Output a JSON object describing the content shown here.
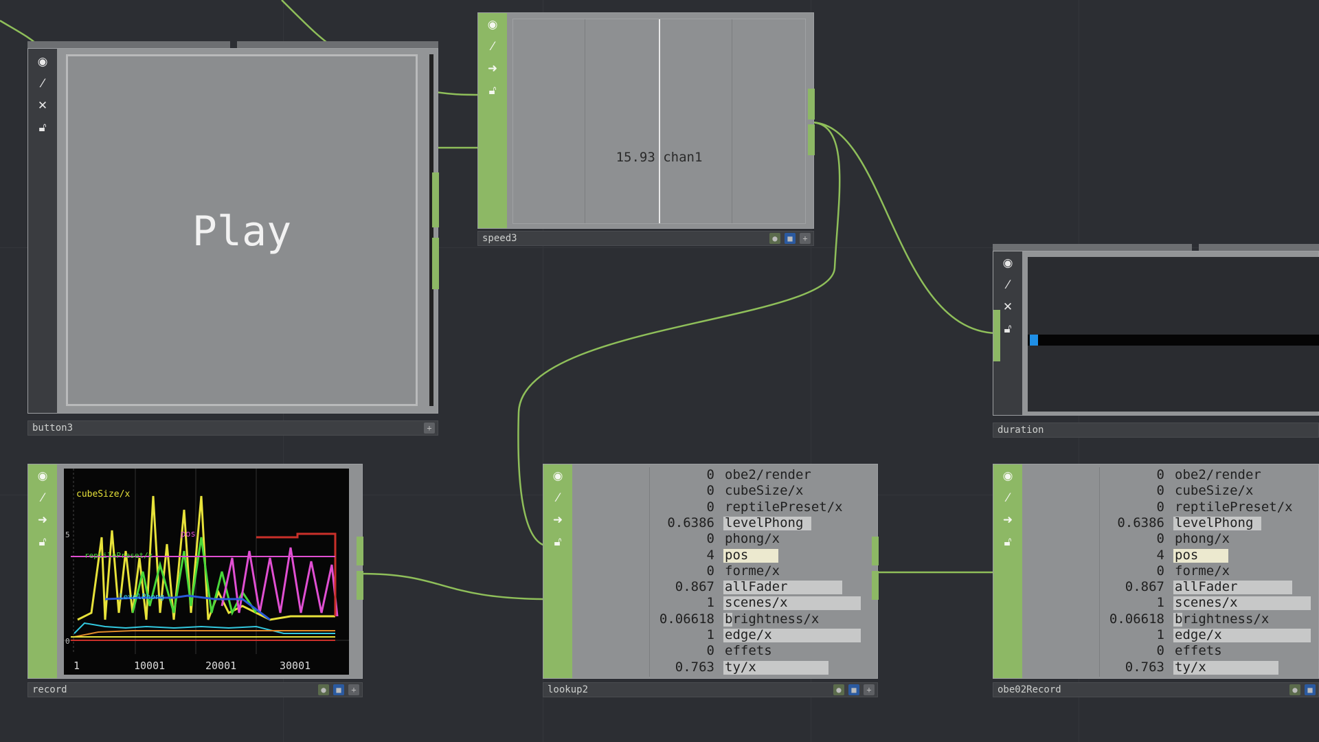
{
  "nodes": {
    "button": {
      "name": "button3",
      "text": "Play"
    },
    "speed": {
      "name": "speed3",
      "readout": "15.93 chan1"
    },
    "duration": {
      "name": "duration"
    },
    "record": {
      "name": "record",
      "ticks": [
        "1",
        "10001",
        "20001",
        "30001"
      ],
      "y_ticks": [
        "5",
        "0"
      ],
      "series_labels": [
        "cubeSize/x",
        "pos",
        "reptilePreset/x",
        "levelPhong"
      ]
    },
    "lookup": {
      "name": "lookup2",
      "rows": [
        {
          "value": "0",
          "name": "obe2/render"
        },
        {
          "value": "0",
          "name": "cubeSize/x"
        },
        {
          "value": "0",
          "name": "reptilePreset/x"
        },
        {
          "value": "0.6386",
          "name": "levelPhong"
        },
        {
          "value": "0",
          "name": "phong/x"
        },
        {
          "value": "4",
          "name": "pos"
        },
        {
          "value": "0",
          "name": "forme/x"
        },
        {
          "value": "0.867",
          "name": "allFader"
        },
        {
          "value": "1",
          "name": "scenes/x"
        },
        {
          "value": "0.06618",
          "name": "brightness/x"
        },
        {
          "value": "1",
          "name": "edge/x"
        },
        {
          "value": "0",
          "name": "effets"
        },
        {
          "value": "0.763",
          "name": "ty/x"
        }
      ]
    },
    "record2": {
      "name": "obe02Record",
      "rows": [
        {
          "value": "0",
          "name": "obe2/render"
        },
        {
          "value": "0",
          "name": "cubeSize/x"
        },
        {
          "value": "0",
          "name": "reptilePreset/x"
        },
        {
          "value": "0.6386",
          "name": "levelPhong"
        },
        {
          "value": "0",
          "name": "phong/x"
        },
        {
          "value": "4",
          "name": "pos"
        },
        {
          "value": "0",
          "name": "forme/x"
        },
        {
          "value": "0.867",
          "name": "allFader"
        },
        {
          "value": "1",
          "name": "scenes/x"
        },
        {
          "value": "0.06618",
          "name": "brightness/x"
        },
        {
          "value": "1",
          "name": "edge/x"
        },
        {
          "value": "0",
          "name": "effets"
        },
        {
          "value": "0.763",
          "name": "ty/x"
        }
      ]
    }
  },
  "bar_levels": [
    0.0,
    0.0,
    0.0,
    0.6386,
    0.0,
    0.4,
    0.0,
    0.867,
    1.0,
    0.06618,
    1.0,
    0.0,
    0.763
  ],
  "colors": {
    "wire": "#8fbf5a",
    "node_green": "#8db865",
    "viewer_gray": "#8a8c8f",
    "accent_blue": "#1f8fe6"
  },
  "icons": [
    "viewer-icon",
    "bypass-icon",
    "close-icon",
    "lock-icon"
  ]
}
